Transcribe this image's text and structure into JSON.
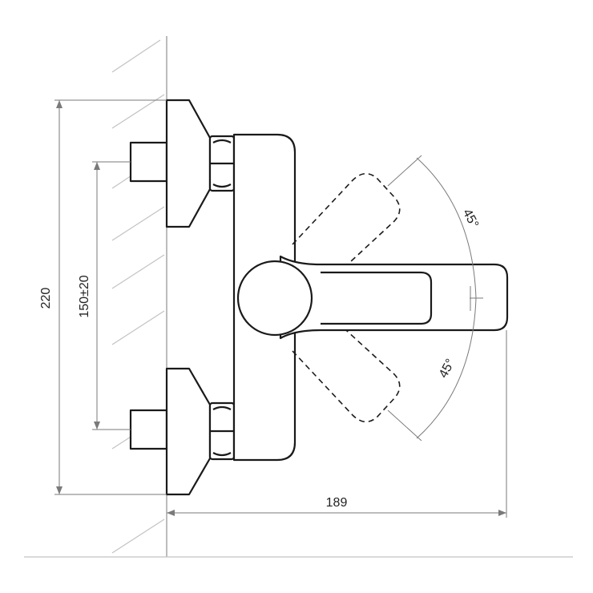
{
  "dimensions": {
    "height": "220",
    "spacing": "150±20",
    "width": "189",
    "angle_upper": "45°",
    "angle_lower": "45°"
  },
  "colors": {
    "outline": "#1a1a1a",
    "dimension": "#7a7a7a",
    "hatch": "#c4c4c4",
    "background": "#ffffff"
  }
}
